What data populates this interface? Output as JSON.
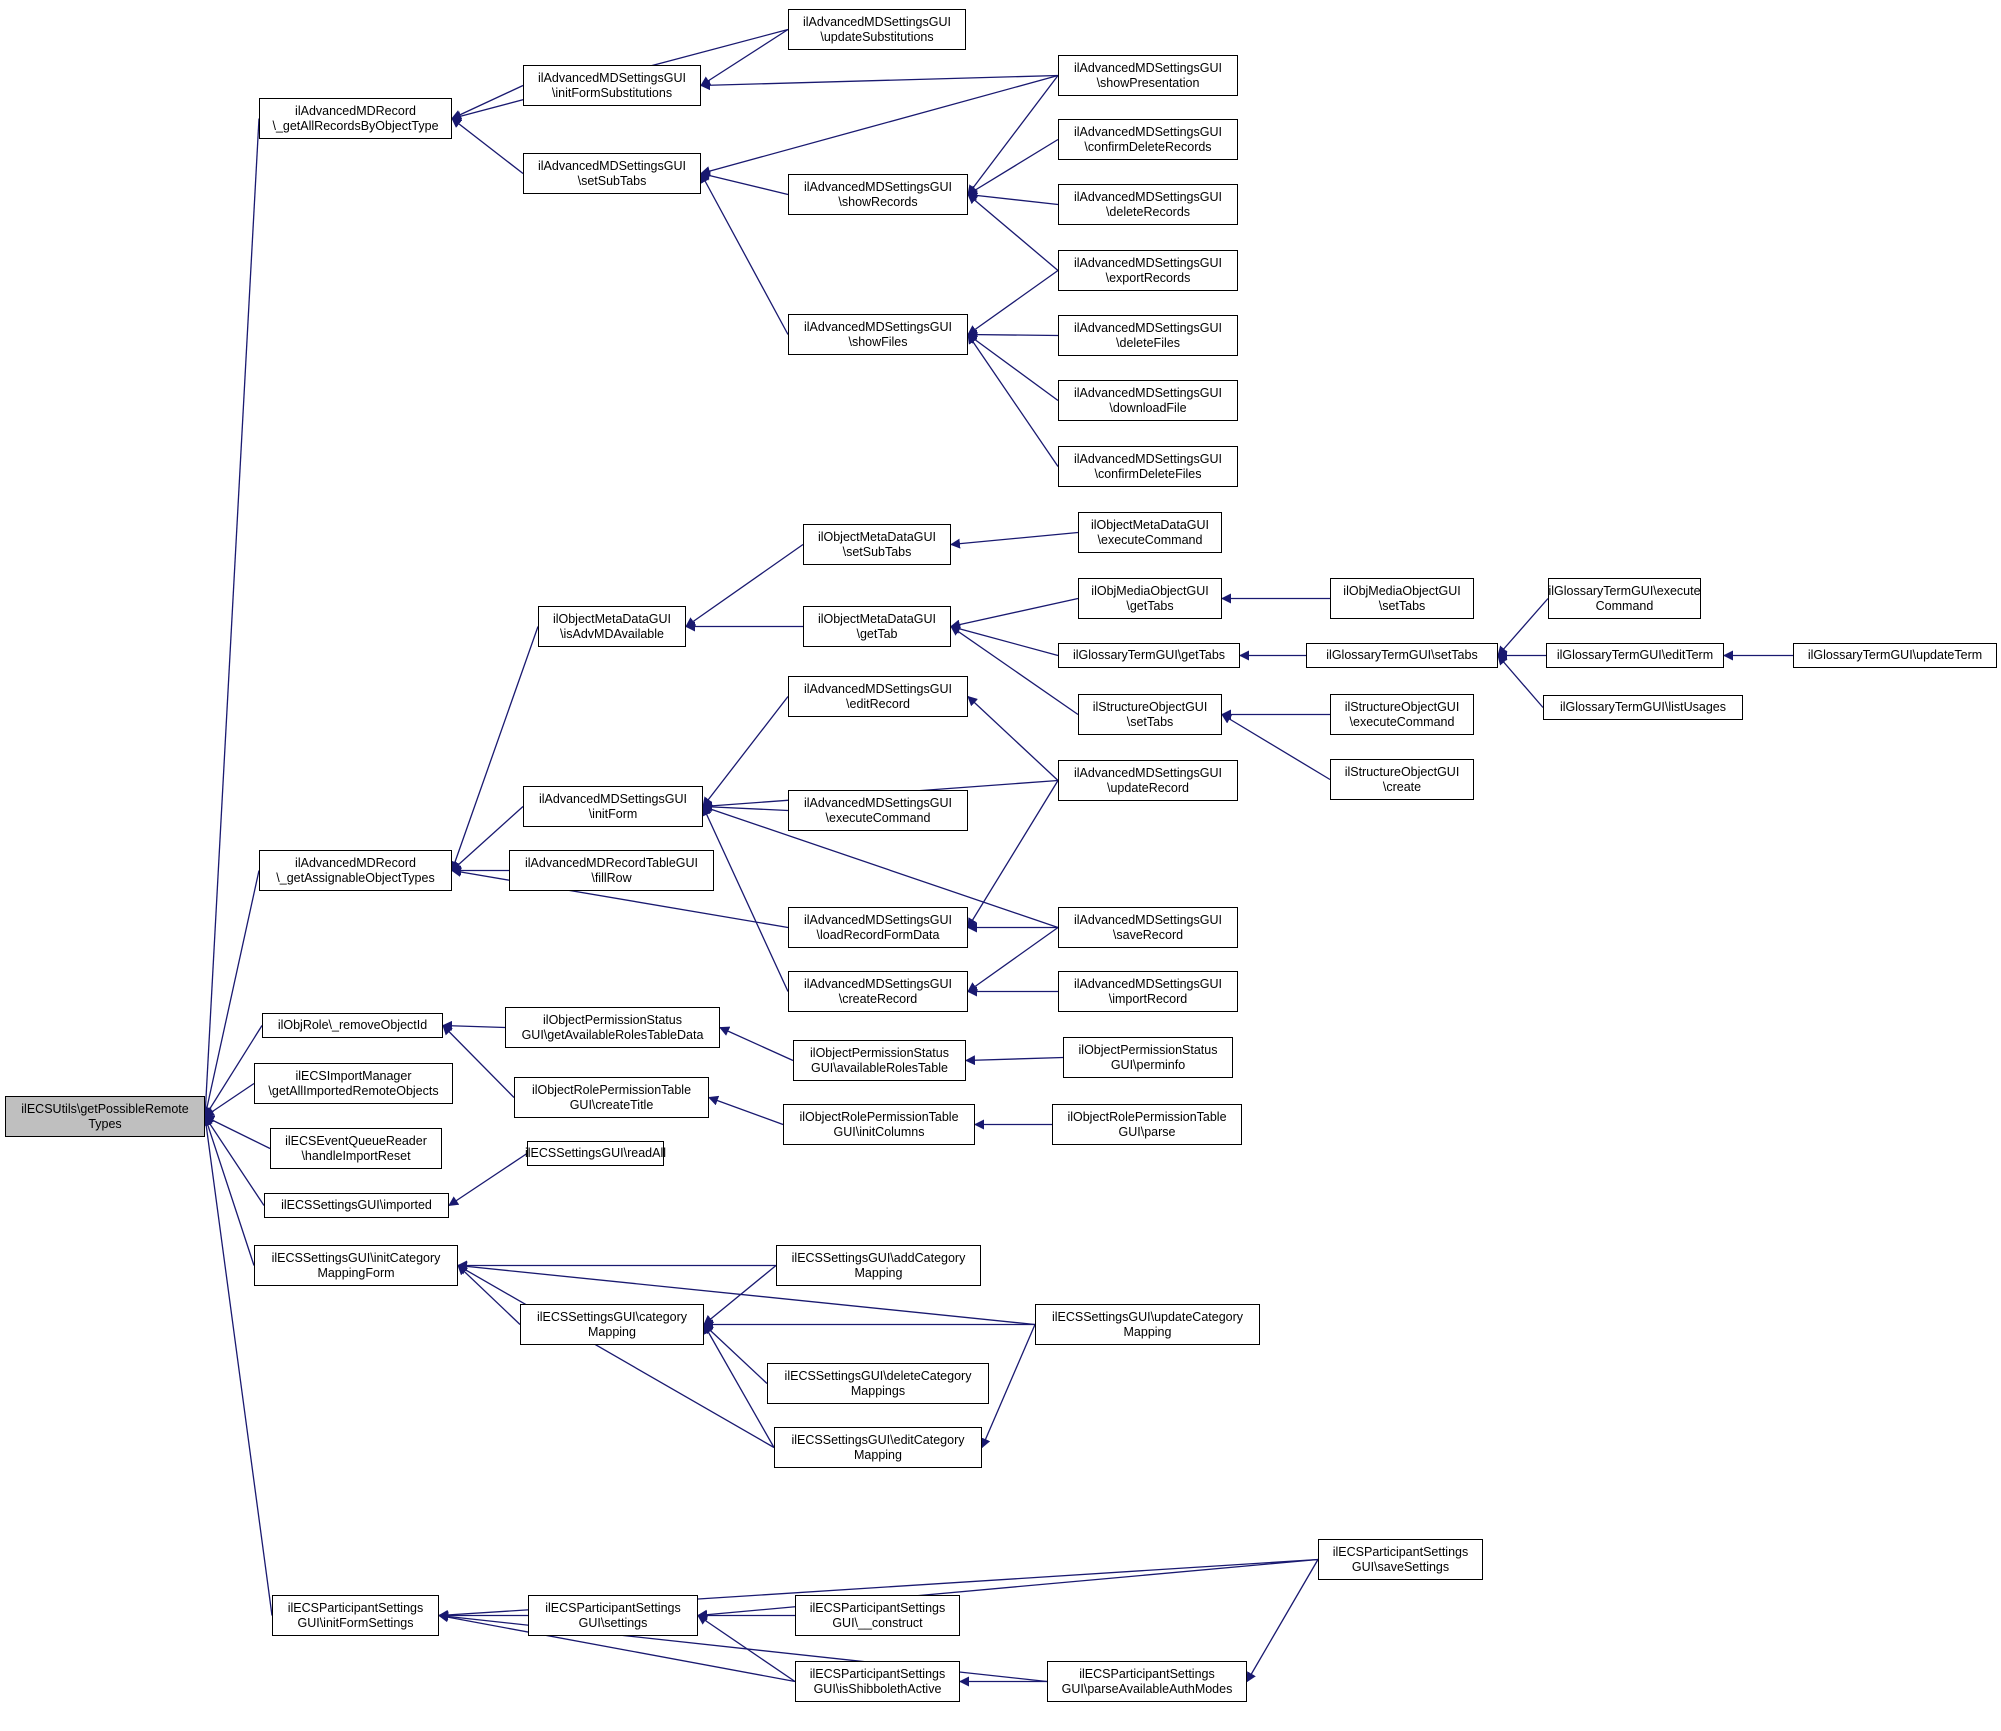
{
  "graph_title": "",
  "colors": {
    "edge": "#191970",
    "root_fill": "#bfbfbf",
    "node_fill": "#ffffff",
    "node_border": "#000000"
  },
  "nodes": [
    {
      "id": "root",
      "lines": [
        "ilECSUtils\\getPossibleRemote",
        "Types"
      ]
    },
    {
      "id": "n_getAllRecords",
      "lines": [
        "ilAdvancedMDRecord",
        "\\_getAllRecordsByObjectType"
      ]
    },
    {
      "id": "n_initFormSubst",
      "lines": [
        "ilAdvancedMDSettingsGUI",
        "\\initFormSubstitutions"
      ]
    },
    {
      "id": "n_updateSubst",
      "lines": [
        "ilAdvancedMDSettingsGUI",
        "\\updateSubstitutions"
      ]
    },
    {
      "id": "n_showPresentation",
      "lines": [
        "ilAdvancedMDSettingsGUI",
        "\\showPresentation"
      ]
    },
    {
      "id": "n_setSubTabs",
      "lines": [
        "ilAdvancedMDSettingsGUI",
        "\\setSubTabs"
      ]
    },
    {
      "id": "n_showRecords",
      "lines": [
        "ilAdvancedMDSettingsGUI",
        "\\showRecords"
      ]
    },
    {
      "id": "n_confirmDeleteRecords",
      "lines": [
        "ilAdvancedMDSettingsGUI",
        "\\confirmDeleteRecords"
      ]
    },
    {
      "id": "n_deleteRecords",
      "lines": [
        "ilAdvancedMDSettingsGUI",
        "\\deleteRecords"
      ]
    },
    {
      "id": "n_exportRecords",
      "lines": [
        "ilAdvancedMDSettingsGUI",
        "\\exportRecords"
      ]
    },
    {
      "id": "n_showFiles",
      "lines": [
        "ilAdvancedMDSettingsGUI",
        "\\showFiles"
      ]
    },
    {
      "id": "n_deleteFiles",
      "lines": [
        "ilAdvancedMDSettingsGUI",
        "\\deleteFiles"
      ]
    },
    {
      "id": "n_downloadFile",
      "lines": [
        "ilAdvancedMDSettingsGUI",
        "\\downloadFile"
      ]
    },
    {
      "id": "n_confirmDeleteFiles",
      "lines": [
        "ilAdvancedMDSettingsGUI",
        "\\confirmDeleteFiles"
      ]
    },
    {
      "id": "n_omdSetSubTabs",
      "lines": [
        "ilObjectMetaDataGUI",
        "\\setSubTabs"
      ]
    },
    {
      "id": "n_omdExecCmd",
      "lines": [
        "ilObjectMetaDataGUI",
        "\\executeCommand"
      ]
    },
    {
      "id": "n_isAdvMD",
      "lines": [
        "ilObjectMetaDataGUI",
        "\\isAdvMDAvailable"
      ]
    },
    {
      "id": "n_omdGetTab",
      "lines": [
        "ilObjectMetaDataGUI",
        "\\getTab"
      ]
    },
    {
      "id": "n_omoGetTabs",
      "lines": [
        "ilObjMediaObjectGUI",
        "\\getTabs"
      ]
    },
    {
      "id": "n_omoSetTabs",
      "lines": [
        "ilObjMediaObjectGUI",
        "\\setTabs"
      ]
    },
    {
      "id": "n_gtExecCmd",
      "lines": [
        "ilGlossaryTermGUI\\execute",
        "Command"
      ]
    },
    {
      "id": "n_gtGetTabs",
      "lines": [
        "ilGlossaryTermGUI\\getTabs"
      ]
    },
    {
      "id": "n_gtSetTabs",
      "lines": [
        "ilGlossaryTermGUI\\setTabs"
      ]
    },
    {
      "id": "n_gtEditTerm",
      "lines": [
        "ilGlossaryTermGUI\\editTerm"
      ]
    },
    {
      "id": "n_gtUpdateTerm",
      "lines": [
        "ilGlossaryTermGUI\\updateTerm"
      ]
    },
    {
      "id": "n_gtListUsages",
      "lines": [
        "ilGlossaryTermGUI\\listUsages"
      ]
    },
    {
      "id": "n_editRecord",
      "lines": [
        "ilAdvancedMDSettingsGUI",
        "\\editRecord"
      ]
    },
    {
      "id": "n_soSetTabs",
      "lines": [
        "ilStructureObjectGUI",
        "\\setTabs"
      ]
    },
    {
      "id": "n_soExecCmd",
      "lines": [
        "ilStructureObjectGUI",
        "\\executeCommand"
      ]
    },
    {
      "id": "n_soCreate",
      "lines": [
        "ilStructureObjectGUI",
        "\\create"
      ]
    },
    {
      "id": "n_initForm",
      "lines": [
        "ilAdvancedMDSettingsGUI",
        "\\initForm"
      ]
    },
    {
      "id": "n_updateRecord",
      "lines": [
        "ilAdvancedMDSettingsGUI",
        "\\updateRecord"
      ]
    },
    {
      "id": "n_amdExecCmd",
      "lines": [
        "ilAdvancedMDSettingsGUI",
        "\\executeCommand"
      ]
    },
    {
      "id": "n_getAssignable",
      "lines": [
        "ilAdvancedMDRecord",
        "\\_getAssignableObjectTypes"
      ]
    },
    {
      "id": "n_fillRow",
      "lines": [
        "ilAdvancedMDRecordTableGUI",
        "\\fillRow"
      ]
    },
    {
      "id": "n_loadRecordFormData",
      "lines": [
        "ilAdvancedMDSettingsGUI",
        "\\loadRecordFormData"
      ]
    },
    {
      "id": "n_saveRecord",
      "lines": [
        "ilAdvancedMDSettingsGUI",
        "\\saveRecord"
      ]
    },
    {
      "id": "n_createRecord",
      "lines": [
        "ilAdvancedMDSettingsGUI",
        "\\createRecord"
      ]
    },
    {
      "id": "n_importRecord",
      "lines": [
        "ilAdvancedMDSettingsGUI",
        "\\importRecord"
      ]
    },
    {
      "id": "n_removeObjectId",
      "lines": [
        "ilObjRole\\_removeObjectId"
      ]
    },
    {
      "id": "n_getAvailRoles",
      "lines": [
        "ilObjectPermissionStatus",
        "GUI\\getAvailableRolesTableData"
      ]
    },
    {
      "id": "n_availRolesTable",
      "lines": [
        "ilObjectPermissionStatus",
        "GUI\\availableRolesTable"
      ]
    },
    {
      "id": "n_perminfo",
      "lines": [
        "ilObjectPermissionStatus",
        "GUI\\perminfo"
      ]
    },
    {
      "id": "n_importMgr",
      "lines": [
        "ilECSImportManager",
        "\\getAllImportedRemoteObjects"
      ]
    },
    {
      "id": "n_createTitle",
      "lines": [
        "ilObjectRolePermissionTable",
        "GUI\\createTitle"
      ]
    },
    {
      "id": "n_initColumns",
      "lines": [
        "ilObjectRolePermissionTable",
        "GUI\\initColumns"
      ]
    },
    {
      "id": "n_parse",
      "lines": [
        "ilObjectRolePermissionTable",
        "GUI\\parse"
      ]
    },
    {
      "id": "n_eventQueue",
      "lines": [
        "ilECSEventQueueReader",
        "\\handleImportReset"
      ]
    },
    {
      "id": "n_readAll",
      "lines": [
        "ilECSSettingsGUI\\readAll"
      ]
    },
    {
      "id": "n_imported",
      "lines": [
        "ilECSSettingsGUI\\imported"
      ]
    },
    {
      "id": "n_initCatMap",
      "lines": [
        "ilECSSettingsGUI\\initCategory",
        "MappingForm"
      ]
    },
    {
      "id": "n_addCatMap",
      "lines": [
        "ilECSSettingsGUI\\addCategory",
        "Mapping"
      ]
    },
    {
      "id": "n_catMap",
      "lines": [
        "ilECSSettingsGUI\\category",
        "Mapping"
      ]
    },
    {
      "id": "n_updateCatMap",
      "lines": [
        "ilECSSettingsGUI\\updateCategory",
        "Mapping"
      ]
    },
    {
      "id": "n_deleteCatMaps",
      "lines": [
        "ilECSSettingsGUI\\deleteCategory",
        "Mappings"
      ]
    },
    {
      "id": "n_editCatMap",
      "lines": [
        "ilECSSettingsGUI\\editCategory",
        "Mapping"
      ]
    },
    {
      "id": "n_saveSettings",
      "lines": [
        "ilECSParticipantSettings",
        "GUI\\saveSettings"
      ]
    },
    {
      "id": "n_initFormSettings",
      "lines": [
        "ilECSParticipantSettings",
        "GUI\\initFormSettings"
      ]
    },
    {
      "id": "n_settings",
      "lines": [
        "ilECSParticipantSettings",
        "GUI\\settings"
      ]
    },
    {
      "id": "n_construct",
      "lines": [
        "ilECSParticipantSettings",
        "GUI\\__construct"
      ]
    },
    {
      "id": "n_isShib",
      "lines": [
        "ilECSParticipantSettings",
        "GUI\\isShibbolethActive"
      ]
    },
    {
      "id": "n_parseAuth",
      "lines": [
        "ilECSParticipantSettings",
        "GUI\\parseAvailableAuthModes"
      ]
    }
  ],
  "edges": [
    [
      "n_getAllRecords",
      "root"
    ],
    [
      "n_getAssignable",
      "root"
    ],
    [
      "n_removeObjectId",
      "root"
    ],
    [
      "n_importMgr",
      "root"
    ],
    [
      "n_eventQueue",
      "root"
    ],
    [
      "n_imported",
      "root"
    ],
    [
      "n_initCatMap",
      "root"
    ],
    [
      "n_initFormSettings",
      "root"
    ],
    [
      "n_updateSubst",
      "n_getAllRecords"
    ],
    [
      "n_initFormSubst",
      "n_getAllRecords"
    ],
    [
      "n_setSubTabs",
      "n_getAllRecords"
    ],
    [
      "n_updateSubst",
      "n_initFormSubst"
    ],
    [
      "n_showPresentation",
      "n_initFormSubst"
    ],
    [
      "n_showPresentation",
      "n_setSubTabs"
    ],
    [
      "n_showRecords",
      "n_setSubTabs"
    ],
    [
      "n_showFiles",
      "n_setSubTabs"
    ],
    [
      "n_showPresentation",
      "n_showRecords"
    ],
    [
      "n_confirmDeleteRecords",
      "n_showRecords"
    ],
    [
      "n_deleteRecords",
      "n_showRecords"
    ],
    [
      "n_exportRecords",
      "n_showRecords"
    ],
    [
      "n_exportRecords",
      "n_showFiles"
    ],
    [
      "n_deleteFiles",
      "n_showFiles"
    ],
    [
      "n_downloadFile",
      "n_showFiles"
    ],
    [
      "n_confirmDeleteFiles",
      "n_showFiles"
    ],
    [
      "n_isAdvMD",
      "n_getAssignable"
    ],
    [
      "n_initForm",
      "n_getAssignable"
    ],
    [
      "n_fillRow",
      "n_getAssignable"
    ],
    [
      "n_loadRecordFormData",
      "n_getAssignable"
    ],
    [
      "n_omdSetSubTabs",
      "n_isAdvMD"
    ],
    [
      "n_omdGetTab",
      "n_isAdvMD"
    ],
    [
      "n_omdExecCmd",
      "n_omdSetSubTabs"
    ],
    [
      "n_omoGetTabs",
      "n_omdGetTab"
    ],
    [
      "n_gtGetTabs",
      "n_omdGetTab"
    ],
    [
      "n_soSetTabs",
      "n_omdGetTab"
    ],
    [
      "n_omoSetTabs",
      "n_omoGetTabs"
    ],
    [
      "n_gtSetTabs",
      "n_gtGetTabs"
    ],
    [
      "n_gtExecCmd",
      "n_gtSetTabs"
    ],
    [
      "n_gtEditTerm",
      "n_gtSetTabs"
    ],
    [
      "n_gtListUsages",
      "n_gtSetTabs"
    ],
    [
      "n_gtUpdateTerm",
      "n_gtEditTerm"
    ],
    [
      "n_soExecCmd",
      "n_soSetTabs"
    ],
    [
      "n_soCreate",
      "n_soSetTabs"
    ],
    [
      "n_editRecord",
      "n_initForm"
    ],
    [
      "n_updateRecord",
      "n_initForm"
    ],
    [
      "n_amdExecCmd",
      "n_initForm"
    ],
    [
      "n_saveRecord",
      "n_initForm"
    ],
    [
      "n_createRecord",
      "n_initForm"
    ],
    [
      "n_updateRecord",
      "n_editRecord"
    ],
    [
      "n_updateRecord",
      "n_loadRecordFormData"
    ],
    [
      "n_saveRecord",
      "n_loadRecordFormData"
    ],
    [
      "n_saveRecord",
      "n_createRecord"
    ],
    [
      "n_importRecord",
      "n_createRecord"
    ],
    [
      "n_getAvailRoles",
      "n_removeObjectId"
    ],
    [
      "n_createTitle",
      "n_removeObjectId"
    ],
    [
      "n_availRolesTable",
      "n_getAvailRoles"
    ],
    [
      "n_perminfo",
      "n_availRolesTable"
    ],
    [
      "n_initColumns",
      "n_createTitle"
    ],
    [
      "n_parse",
      "n_initColumns"
    ],
    [
      "n_readAll",
      "n_imported"
    ],
    [
      "n_updateCatMap",
      "n_initCatMap"
    ],
    [
      "n_addCatMap",
      "n_initCatMap"
    ],
    [
      "n_catMap",
      "n_initCatMap"
    ],
    [
      "n_editCatMap",
      "n_initCatMap"
    ],
    [
      "n_addCatMap",
      "n_catMap"
    ],
    [
      "n_updateCatMap",
      "n_catMap"
    ],
    [
      "n_deleteCatMaps",
      "n_catMap"
    ],
    [
      "n_editCatMap",
      "n_catMap"
    ],
    [
      "n_updateCatMap",
      "n_editCatMap"
    ],
    [
      "n_saveSettings",
      "n_initFormSettings"
    ],
    [
      "n_settings",
      "n_initFormSettings"
    ],
    [
      "n_isShib",
      "n_initFormSettings"
    ],
    [
      "n_parseAuth",
      "n_initFormSettings"
    ],
    [
      "n_saveSettings",
      "n_settings"
    ],
    [
      "n_construct",
      "n_settings"
    ],
    [
      "n_isShib",
      "n_settings"
    ],
    [
      "n_parseAuth",
      "n_isShib"
    ],
    [
      "n_saveSettings",
      "n_parseAuth"
    ]
  ]
}
